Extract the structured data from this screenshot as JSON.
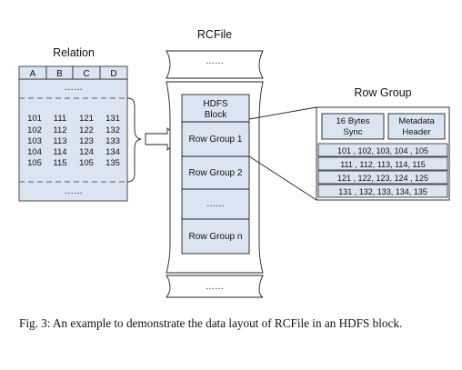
{
  "titles": {
    "relation": "Relation",
    "rcfile": "RCFile",
    "row_group": "Row Group"
  },
  "relation": {
    "columns": [
      "A",
      "B",
      "C",
      "D"
    ],
    "ellipsis": "……",
    "rows": [
      [
        "101",
        "111",
        "121",
        "131"
      ],
      [
        "102",
        "112",
        "122",
        "132"
      ],
      [
        "103",
        "113",
        "123",
        "133"
      ],
      [
        "104",
        "114",
        "124",
        "134"
      ],
      [
        "105",
        "115",
        "105",
        "135"
      ]
    ]
  },
  "rcfile": {
    "ellipsis": "……",
    "hdfs_block_line1": "HDFS",
    "hdfs_block_line2": "Block",
    "groups": [
      "Row Group 1",
      "Row Group 2",
      "……",
      "Row Group n"
    ]
  },
  "row_group": {
    "sync_line1": "16 Bytes",
    "sync_line2": "Sync",
    "meta_line1": "Metadata",
    "meta_line2": "Header",
    "rows": [
      "101 , 102, 103, 104 , 105",
      "111 , 112, 113, 114, 115",
      "121 , 122, 123, 124 , 125",
      "131 , 132, 133, 134, 135"
    ]
  },
  "caption": "Fig. 3: An example to demonstrate the data layout of RCFile in an HDFS block.",
  "colors": {
    "fill": "#dbe5f1",
    "stroke": "#222222",
    "dash": "#888888"
  }
}
